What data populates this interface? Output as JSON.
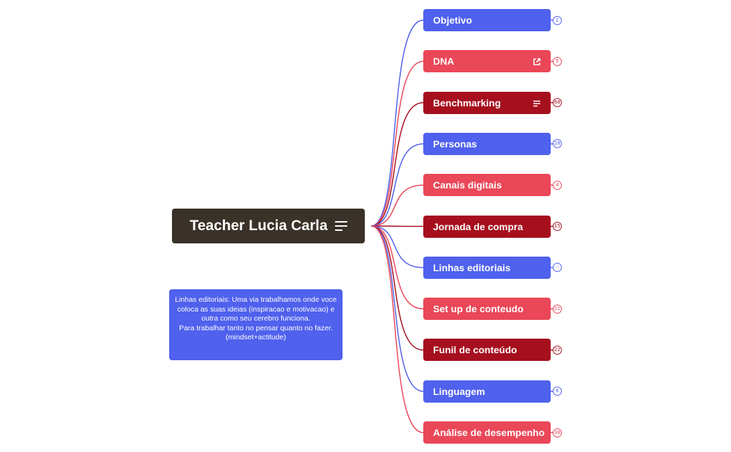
{
  "root": {
    "label": "Teacher Lucia Carla",
    "icon": "notes-icon",
    "color": "#3a3128"
  },
  "colors": {
    "blue": "#4f61ed",
    "red": "#ea4758",
    "dark_red": "#a60f1e"
  },
  "nodes": [
    {
      "label": "Objetivo",
      "count": "2",
      "color": "blue"
    },
    {
      "label": "DNA",
      "count": "5",
      "color": "red",
      "icon": "external-link-icon"
    },
    {
      "label": "Benchmarking",
      "count": "68",
      "color": "dark_red",
      "icon": "notes-icon"
    },
    {
      "label": "Personas",
      "count": "28",
      "color": "blue"
    },
    {
      "label": "Canais digitais",
      "count": "4",
      "color": "red"
    },
    {
      "label": "Jornada de compra",
      "count": "15",
      "color": "dark_red"
    },
    {
      "label": "Linhas editoriais",
      "count": "···",
      "color": "blue"
    },
    {
      "label": "Set up de conteudo",
      "count": "21",
      "color": "red"
    },
    {
      "label": "Funil de conteúdo",
      "count": "22",
      "color": "dark_red"
    },
    {
      "label": "Linguagem",
      "count": "6",
      "color": "blue"
    },
    {
      "label": "Análise de desempenho",
      "count": "38",
      "color": "red"
    }
  ],
  "note": {
    "text": "Linhas editoriais: Uma via trabalhamos onde voce coloca as suas ideias (inspiracao e motivacao) e outra como seu cerebro funciona.\nPara trabalhar tanto no pensar quanto no fazer. (mindset+actitude)"
  }
}
